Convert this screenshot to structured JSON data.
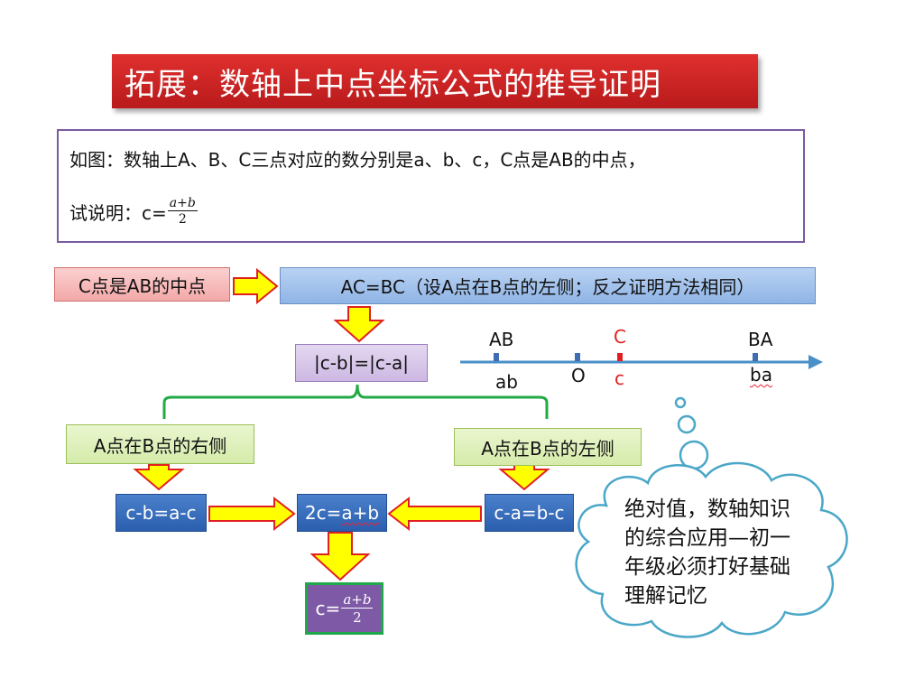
{
  "title": "拓展：数轴上中点坐标公式的推导证明",
  "problem": {
    "line1": "如图：数轴上A、B、C三点对应的数分别是a、b、c，C点是AB的中点，",
    "line2_prefix": "试说明：c=",
    "frac_num": "a+b",
    "frac_den": "2"
  },
  "flow": {
    "start": "C点是AB的中点",
    "ac_bc": "AC=BC（设A点在B点的左侧；反之证明方法相同）",
    "abs_eq": "|c-b|=|c-a|",
    "case_right": "A点在B点的右侧",
    "case_left": "A点在B点的左侧",
    "eq_left": "c-b=a-c",
    "eq_mid_prefix": "2c=",
    "eq_mid_rest": "a+b",
    "eq_right": "c-a=b-c",
    "result_prefix": "c=",
    "result_num": "a+b",
    "result_den": "2"
  },
  "numberline": {
    "top_left": "AB",
    "top_c": "C",
    "top_right": "BA",
    "bot_left": "ab",
    "bot_o": "O",
    "bot_c": "c",
    "bot_right": "ba"
  },
  "cloud": {
    "text": "绝对值，数轴知识的综合应用—初一年级必须打好基础理解记忆"
  },
  "colors": {
    "arrow_fill": "#ffff00",
    "arrow_stroke": "#e02020",
    "title_bg": "#c8201f",
    "numberline": "#4a90c8",
    "brace": "#22aa44",
    "cloud_stroke": "#4aa7c7"
  }
}
